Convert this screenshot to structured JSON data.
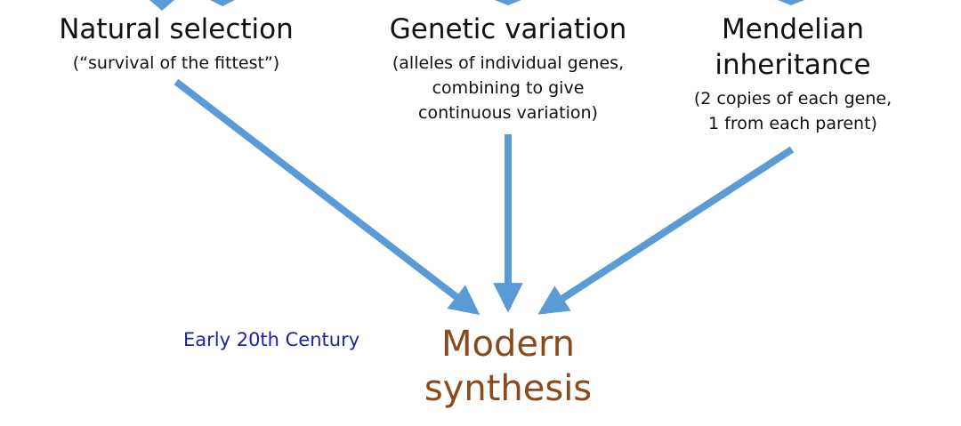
{
  "diagram": {
    "nodes": {
      "selection": {
        "title": "Natural selection",
        "subtitle": "(“survival of the fittest”)"
      },
      "variation": {
        "title": "Genetic variation",
        "subtitle_lines": [
          "(alleles of individual genes,",
          "combining to give",
          "continuous variation)"
        ]
      },
      "mendel": {
        "title_lines": [
          "Mendelian",
          "inheritance"
        ],
        "subtitle_lines": [
          "(2 copies of each gene,",
          "1 from each parent)"
        ]
      }
    },
    "era_label": "Early 20th Century",
    "result_lines": [
      "Modern",
      "synthesis"
    ],
    "colors": {
      "arrow": "#5b9bd5",
      "era_text": "#1f1fa8",
      "result_text": "#8a4a1c",
      "node_text": "#111111"
    }
  }
}
